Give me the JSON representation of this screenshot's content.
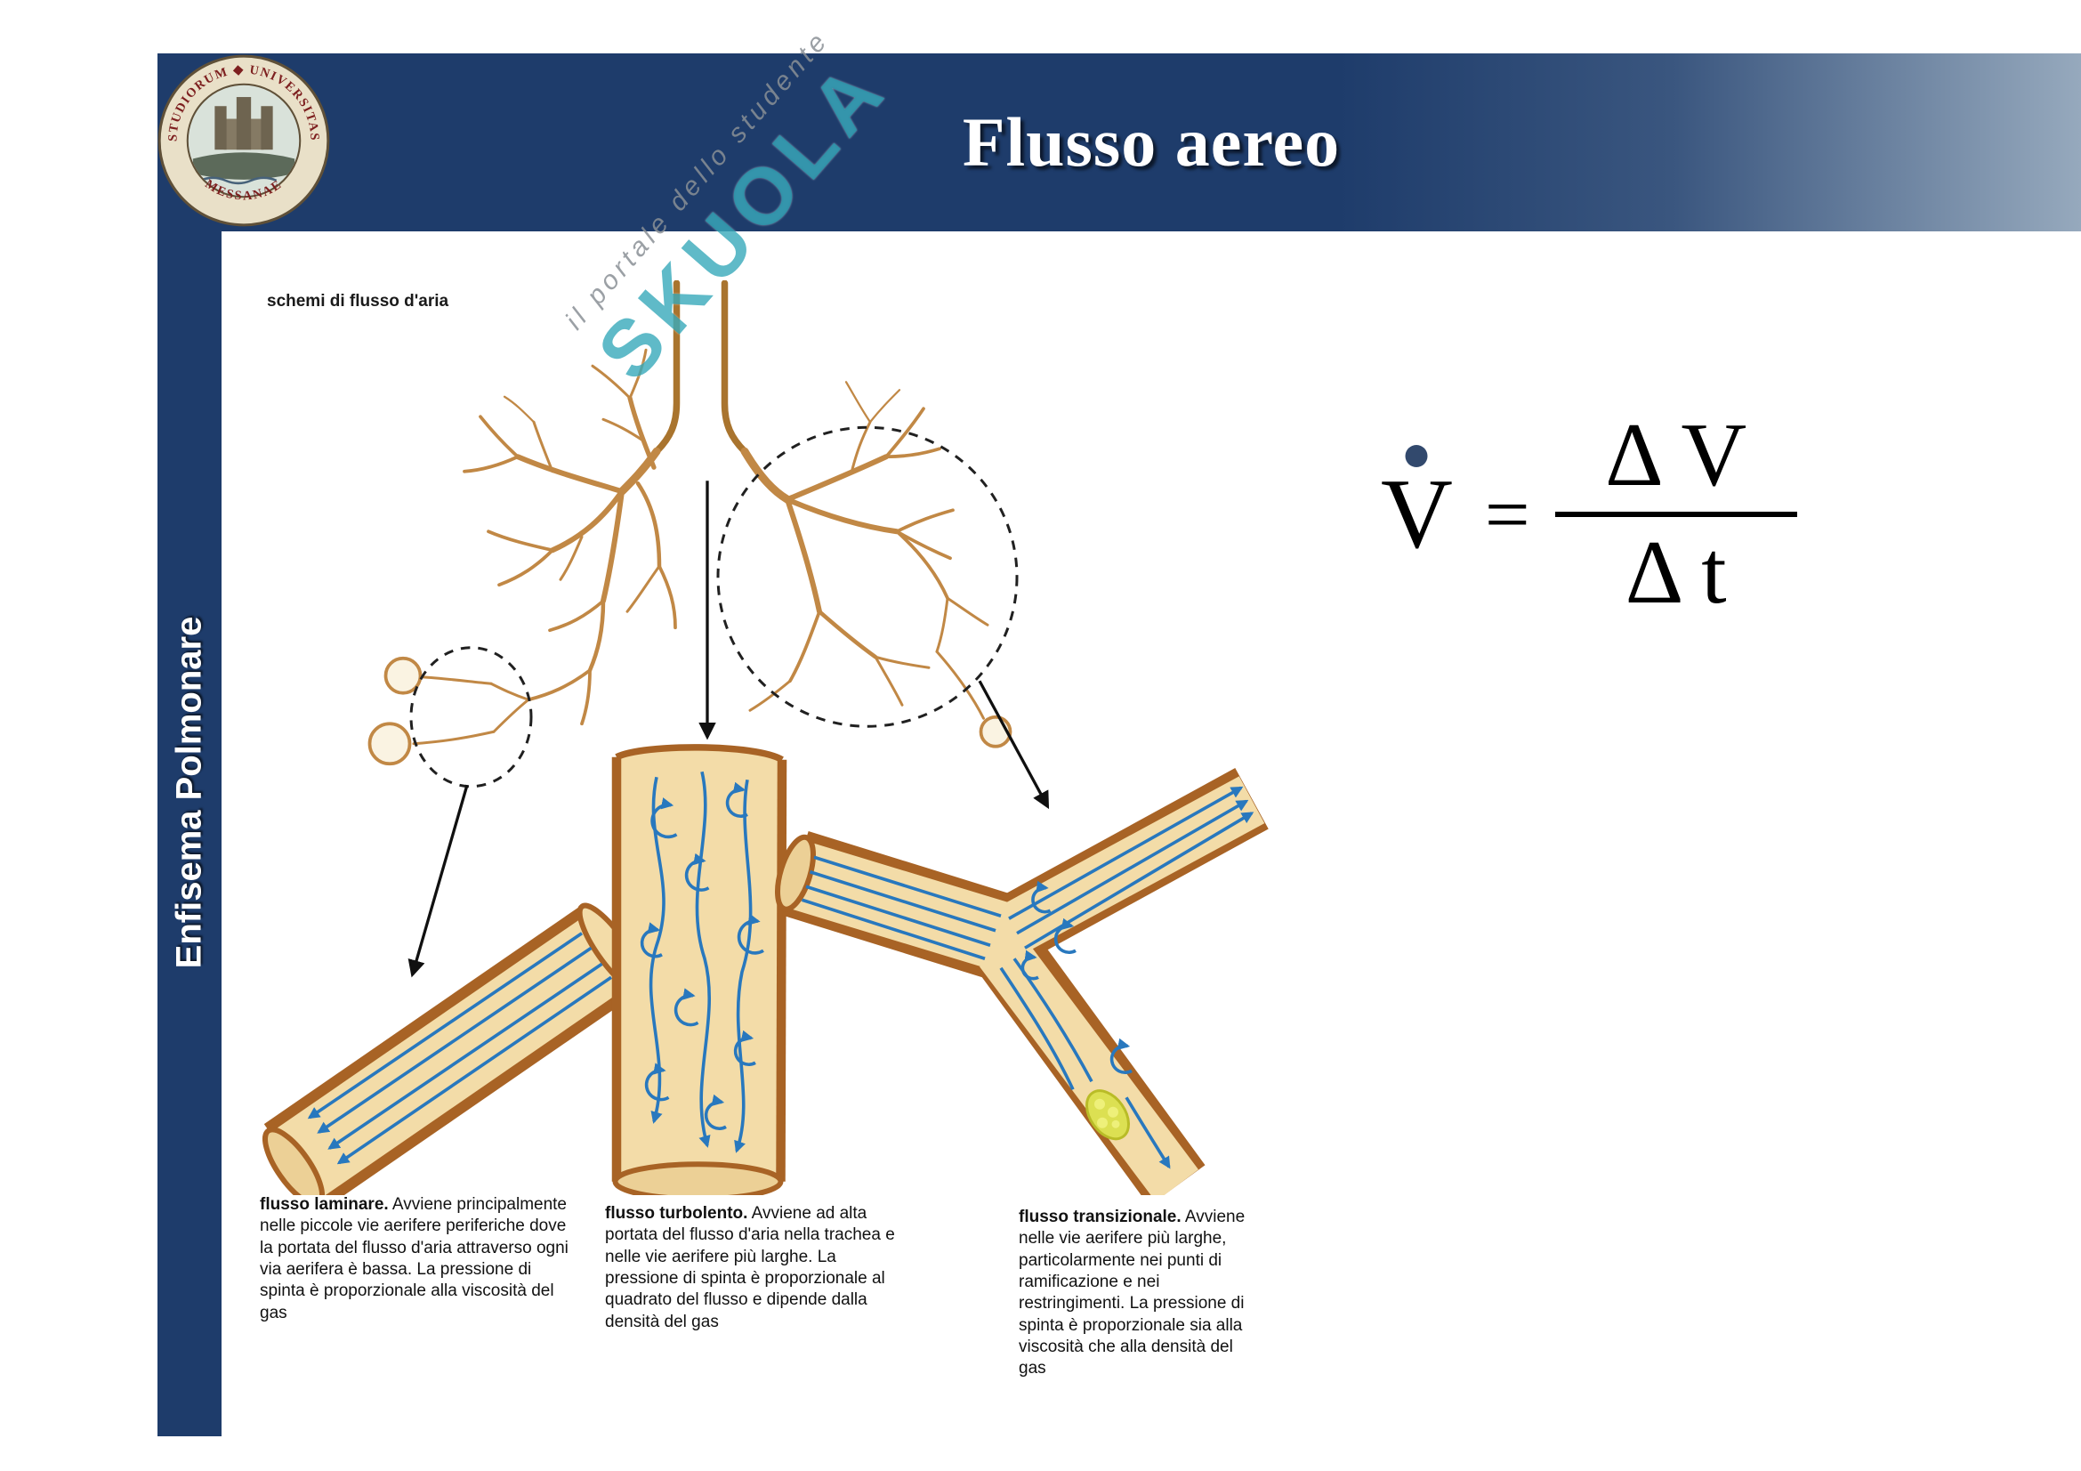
{
  "slide": {
    "title": "Flusso aereo",
    "sidebar_label": "Enfisema Polmonare"
  },
  "seal": {
    "ring_top": "STUDIORUM ◆ UNIVERSITAS",
    "ring_bottom": "MESSANAE"
  },
  "watermark": {
    "brand": "SKUOLA",
    "tagline": "il portale dello studente"
  },
  "figure": {
    "label": "schemi di flusso d'aria",
    "captions": [
      {
        "lead": "flusso laminare.",
        "body": " Avviene principalmente nelle piccole vie aerifere periferiche dove la portata del flusso d'aria attraverso ogni via aerifera è bassa. La pressione di spinta è proporzionale alla viscosità del gas"
      },
      {
        "lead": "flusso turbolento.",
        "body": " Avviene ad alta portata del flusso d'aria nella trachea e nelle vie aerifere più larghe. La pressione di spinta è proporzionale al quadrato del flusso e dipende dalla densità del gas"
      },
      {
        "lead": "flusso transizionale.",
        "body": " Avviene nelle vie aerifere più larghe, particolarmente nei punti di ramificazione e nei restringimenti. La pressione di spinta è proporzionale sia alla viscosità che alla densità del gas"
      }
    ]
  },
  "formula": {
    "variable": "V",
    "equals": "=",
    "numerator": "Δ V",
    "denominator": "Δ t"
  },
  "colors": {
    "header_navy": "#1e3c6b",
    "header_light": "#96a9bd",
    "tube_tan": "#f3dca8",
    "tube_brown": "#a86325",
    "branch_tan": "#c18845",
    "flow_blue": "#2878be",
    "watermark_teal": "#29a3b5",
    "formula_dot_navy": "#32496d"
  }
}
